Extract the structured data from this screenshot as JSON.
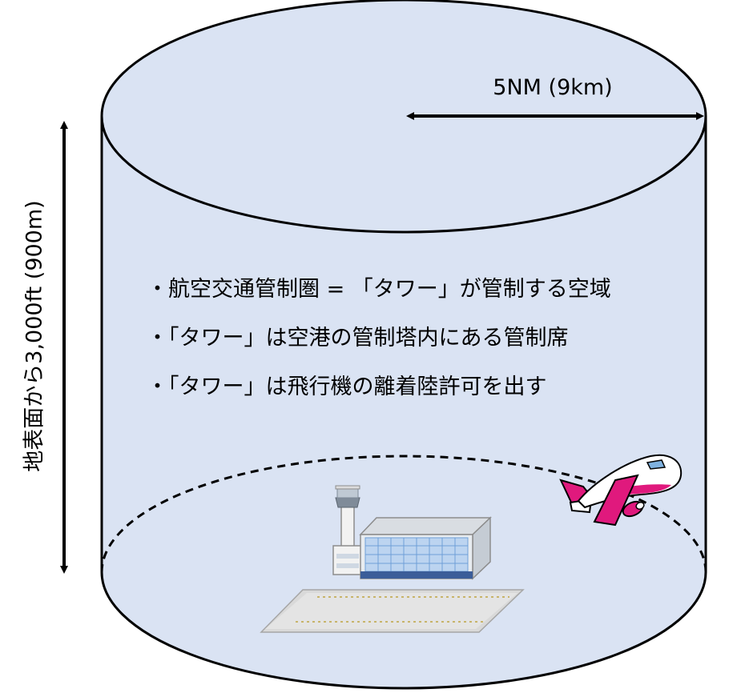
{
  "labels": {
    "radius": "5NM (9km)",
    "height": "地表面から3,000ft (900m)"
  },
  "bullets": [
    "・航空交通管制圏 = 「タワー」が管制する空域",
    "・「タワー」は空港の管制塔内にある管制席",
    "・「タワー」は飛行機の離着陸許可を出す"
  ],
  "colors": {
    "cylinder_fill": "#dae3f3",
    "outline": "#000000",
    "airplane_body": "#ffffff",
    "airplane_accent": "#e0197d"
  }
}
